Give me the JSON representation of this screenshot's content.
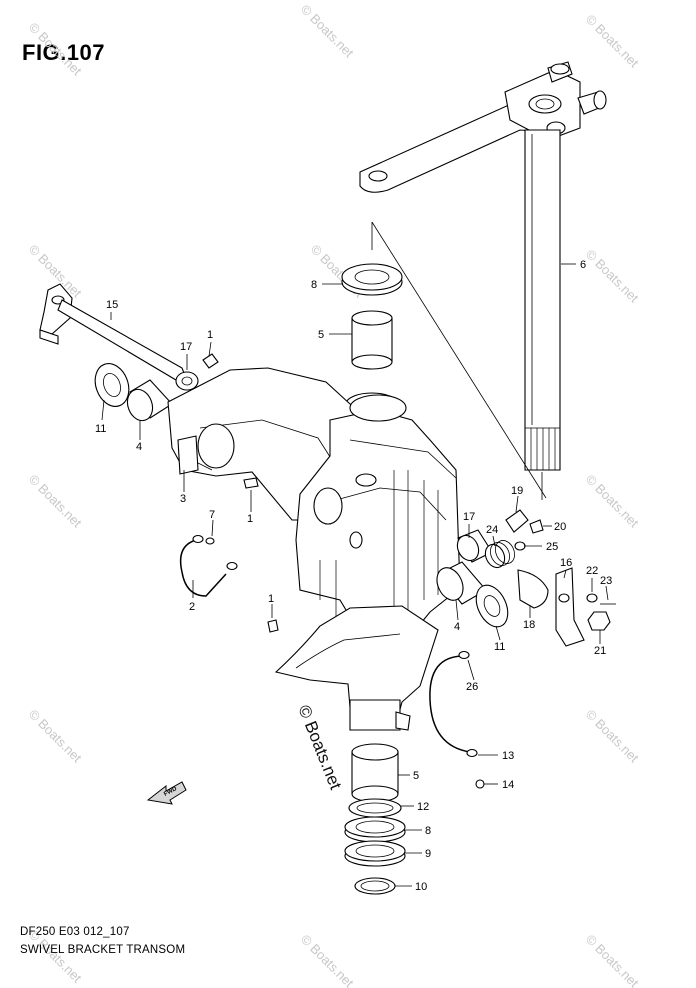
{
  "figure": {
    "title": "FIG.107",
    "model_code": "DF250 E03 012_107",
    "caption": "SWIVEL BRACKET TRANSOM"
  },
  "watermark": {
    "small": "© Boats.net",
    "large": "© Boats.net"
  },
  "fwd_arrow": {
    "label": "FWD"
  },
  "callouts": [
    {
      "id": "c1a",
      "label": "1"
    },
    {
      "id": "c1b",
      "label": "1"
    },
    {
      "id": "c1c",
      "label": "1"
    },
    {
      "id": "c2",
      "label": "2"
    },
    {
      "id": "c3",
      "label": "3"
    },
    {
      "id": "c4a",
      "label": "4"
    },
    {
      "id": "c4b",
      "label": "4"
    },
    {
      "id": "c5a",
      "label": "5"
    },
    {
      "id": "c5b",
      "label": "5"
    },
    {
      "id": "c6",
      "label": "6"
    },
    {
      "id": "c7",
      "label": "7"
    },
    {
      "id": "c8a",
      "label": "8"
    },
    {
      "id": "c8b",
      "label": "8"
    },
    {
      "id": "c9",
      "label": "9"
    },
    {
      "id": "c10",
      "label": "10"
    },
    {
      "id": "c11a",
      "label": "11"
    },
    {
      "id": "c11b",
      "label": "11"
    },
    {
      "id": "c12",
      "label": "12"
    },
    {
      "id": "c13",
      "label": "13"
    },
    {
      "id": "c14",
      "label": "14"
    },
    {
      "id": "c15",
      "label": "15"
    },
    {
      "id": "c16",
      "label": "16"
    },
    {
      "id": "c17a",
      "label": "17"
    },
    {
      "id": "c17b",
      "label": "17"
    },
    {
      "id": "c18",
      "label": "18"
    },
    {
      "id": "c19",
      "label": "19"
    },
    {
      "id": "c20",
      "label": "20"
    },
    {
      "id": "c21",
      "label": "21"
    },
    {
      "id": "c22",
      "label": "22"
    },
    {
      "id": "c23",
      "label": "23"
    },
    {
      "id": "c24",
      "label": "24"
    },
    {
      "id": "c25",
      "label": "25"
    },
    {
      "id": "c26",
      "label": "26"
    }
  ]
}
